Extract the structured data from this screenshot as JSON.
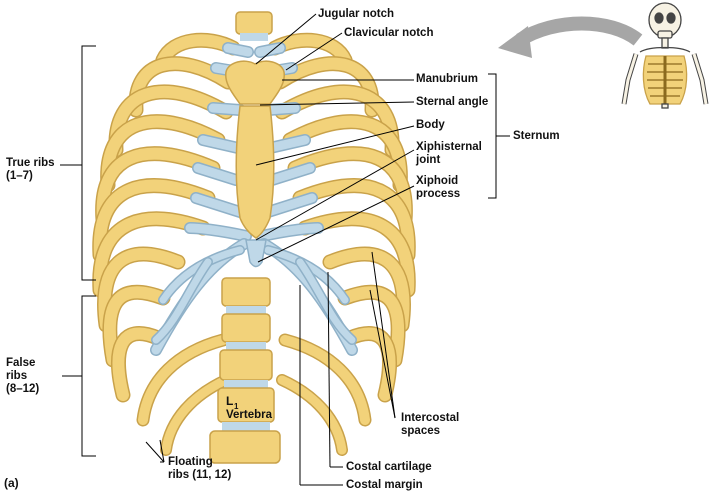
{
  "colors": {
    "bone": "#F2D27A",
    "bone_dark": "#C9A24A",
    "cartilage": "#BFD8E8",
    "cartilage_dark": "#8FB1C8",
    "leader": "#000000",
    "figure_bone": "#F7F2E4",
    "figure_outline": "#444444",
    "arrow": "#A6A6A6"
  },
  "labels": {
    "jugular_notch": "Jugular notch",
    "clavicular_notch": "Clavicular notch",
    "manubrium": "Manubrium",
    "sternal_angle": "Sternal angle",
    "body": "Body",
    "xiphisternal_joint": [
      "Xiphisternal",
      "joint"
    ],
    "xiphoid_process": [
      "Xiphoid",
      "process"
    ],
    "sternum": "Sternum",
    "true_ribs": [
      "True ribs",
      "(1–7)"
    ],
    "false_ribs": [
      "False",
      "ribs",
      "(8–12)"
    ],
    "floating_ribs": [
      "Floating",
      "ribs (11, 12)"
    ],
    "vertebra_letter": "L",
    "vertebra_sub": "1",
    "vertebra_word": "Vertebra",
    "intercostal_spaces": [
      "Intercostal",
      "spaces"
    ],
    "costal_cartilage": "Costal cartilage",
    "costal_margin": "Costal margin"
  },
  "panel_label": "(a)",
  "icons": {
    "skeleton": "skeleton-figure-icon",
    "arrow": "curved-arrow-icon"
  }
}
